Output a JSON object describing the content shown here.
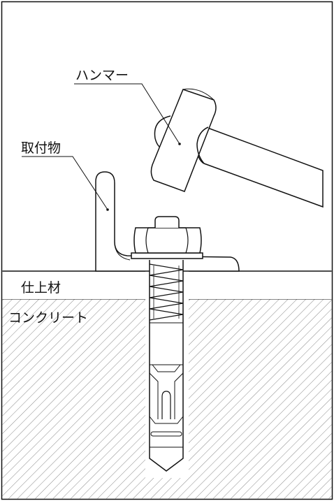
{
  "labels": {
    "hammer": "ハンマー",
    "fixture": "取付物",
    "finish_material": "仕上材",
    "concrete": "コンクリート"
  },
  "colors": {
    "line": "#111111",
    "hatch": "#8a8a8a",
    "background": "#ffffff"
  }
}
